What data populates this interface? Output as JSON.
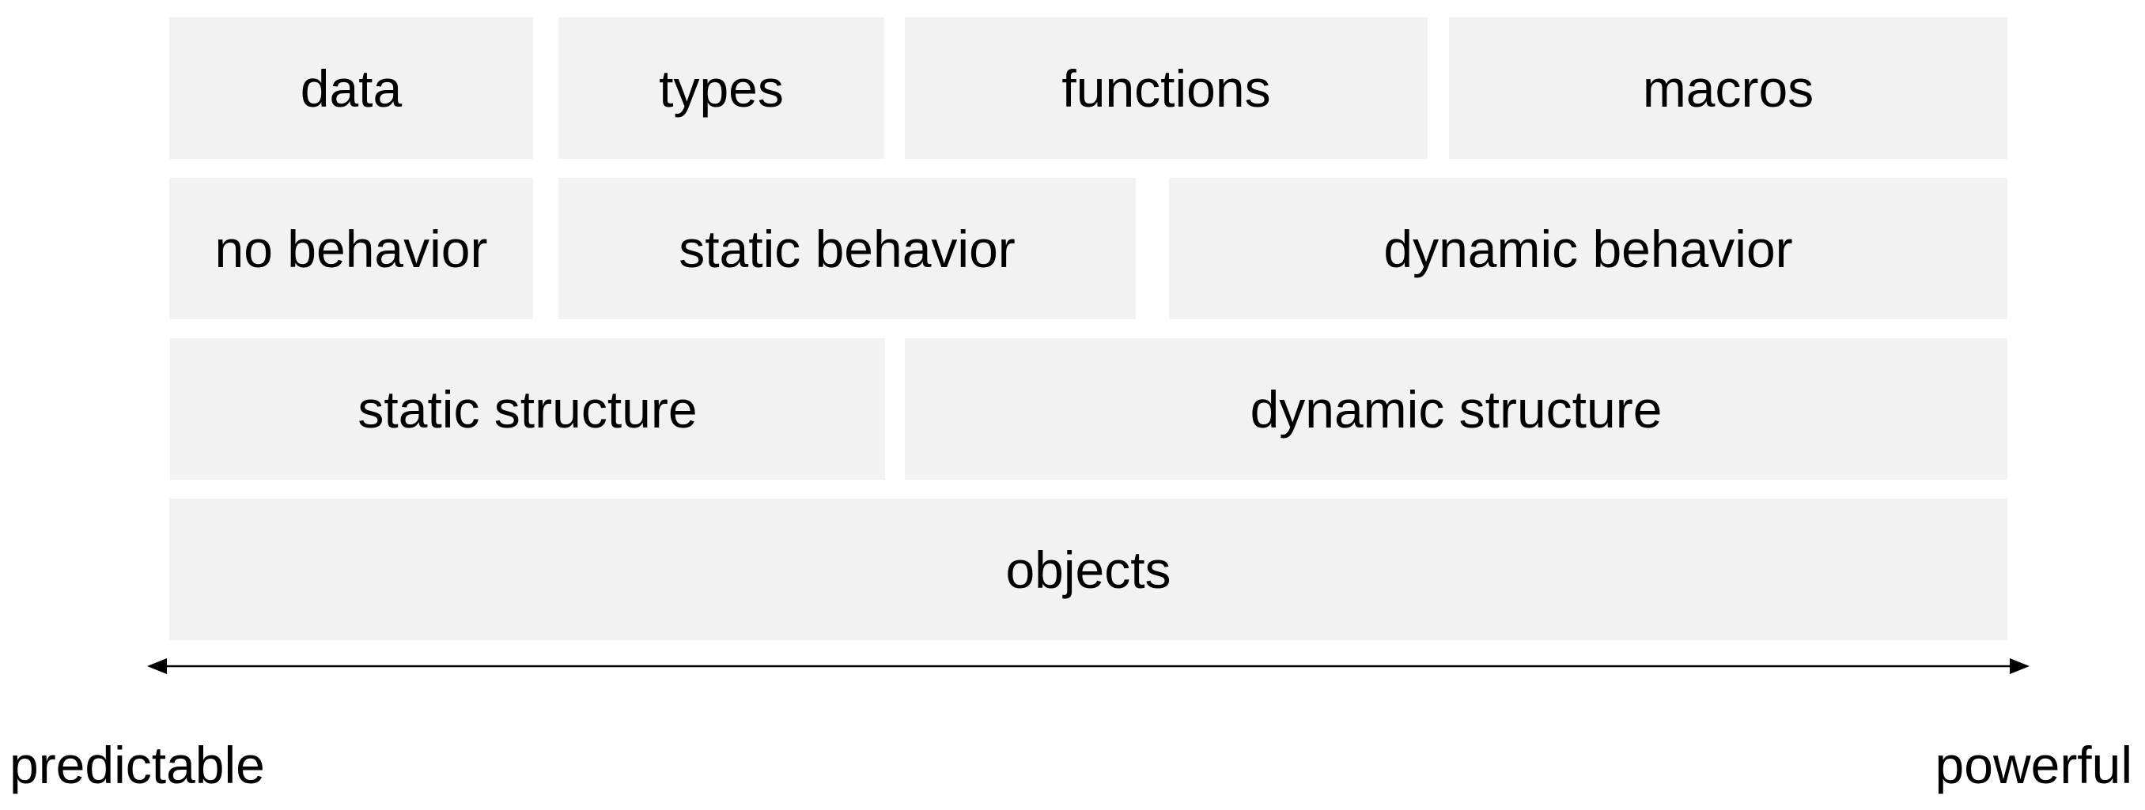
{
  "rows": [
    {
      "cells": [
        "data",
        "types",
        "functions",
        "macros"
      ]
    },
    {
      "cells": [
        "no behavior",
        "static behavior",
        "dynamic behavior"
      ]
    },
    {
      "cells": [
        "static structure",
        "dynamic structure"
      ]
    },
    {
      "cells": [
        "objects"
      ]
    }
  ],
  "axis": {
    "left_label": "predictable",
    "right_label": "powerful"
  },
  "colors": {
    "box_fill": "#f2f2f2",
    "text": "#000000",
    "arrow": "#000000"
  }
}
